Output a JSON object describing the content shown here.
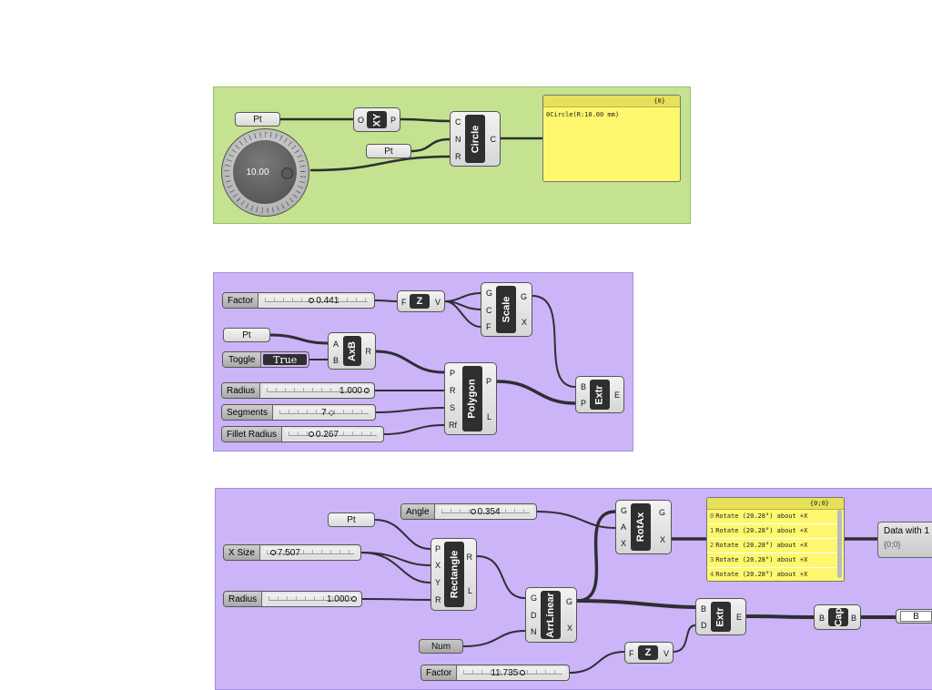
{
  "colors": {
    "group_green": "#c4e290",
    "group_purple": "#cbb4f7",
    "panel_yellow": "#fdf86e",
    "wire": "#2e2e33"
  },
  "group1": {
    "pt_param": "Pt",
    "pt_param2": "Pt",
    "dial_value": "10.00",
    "xy": {
      "label": "XY",
      "in": "O",
      "out": "P"
    },
    "circle": {
      "label": "Circle",
      "inputs": [
        "C",
        "N",
        "R"
      ],
      "output": "C"
    },
    "panel": {
      "header": "{0}",
      "rows": [
        {
          "idx": "0",
          "text": "Circle(R:10.00 mm)"
        }
      ]
    }
  },
  "group2": {
    "factor": {
      "label": "Factor",
      "value": "0.441"
    },
    "pt_param": "Pt",
    "toggle": {
      "label": "Toggle",
      "state": "True"
    },
    "radius": {
      "label": "Radius",
      "value": "1.000"
    },
    "segments": {
      "label": "Segments",
      "value": "7"
    },
    "fillet": {
      "label": "Fillet Radius",
      "value": "0.267"
    },
    "z_vec": {
      "label": "Z",
      "in": "F",
      "out": "V"
    },
    "axb": {
      "label": "AxB",
      "inputs": [
        "A",
        "B"
      ],
      "output": "R"
    },
    "scale": {
      "label": "Scale",
      "inputs": [
        "G",
        "C",
        "F"
      ],
      "outputs": [
        "G",
        "X"
      ]
    },
    "polygon": {
      "label": "Polygon",
      "inputs": [
        "P",
        "R",
        "S",
        "Rf"
      ],
      "outputs": [
        "P",
        "L"
      ]
    },
    "extr": {
      "label": "Extr",
      "inputs": [
        "B",
        "P"
      ],
      "output": "E"
    }
  },
  "group3": {
    "pt_param": "Pt",
    "angle": {
      "label": "Angle",
      "value": "0.354"
    },
    "xsize": {
      "label": "X Size",
      "value": "7.507"
    },
    "radius": {
      "label": "Radius",
      "value": "1.000"
    },
    "num_param": "Num",
    "factor": {
      "label": "Factor",
      "value": "11.735"
    },
    "rectangle": {
      "label": "Rectangle",
      "inputs": [
        "P",
        "X",
        "Y",
        "R"
      ],
      "outputs": [
        "R",
        "L"
      ]
    },
    "arrlinear": {
      "label": "ArrLinear",
      "inputs": [
        "G",
        "D",
        "N"
      ],
      "outputs": [
        "G",
        "X"
      ]
    },
    "rotax": {
      "label": "RotAx",
      "inputs": [
        "G",
        "A",
        "X"
      ],
      "outputs": [
        "G",
        "X"
      ]
    },
    "z_vec": {
      "label": "Z",
      "in": "F",
      "out": "V"
    },
    "extr": {
      "label": "Extr",
      "inputs": [
        "B",
        "D"
      ],
      "output": "E"
    },
    "cap": {
      "label": "Cap",
      "in": "B",
      "out": "B"
    },
    "b_param": "B",
    "panel": {
      "header": "{0;0}",
      "rows": [
        {
          "idx": "0",
          "text": "Rotate (20.28°) about +X"
        },
        {
          "idx": "1",
          "text": "Rotate (20.28°) about +X"
        },
        {
          "idx": "2",
          "text": "Rotate (20.28°) about +X"
        },
        {
          "idx": "3",
          "text": "Rotate (20.28°) about +X"
        },
        {
          "idx": "4",
          "text": "Rotate (20.28°) about +X"
        }
      ]
    },
    "data_node": {
      "title": "Data with 1",
      "path": "{0;0}"
    }
  }
}
